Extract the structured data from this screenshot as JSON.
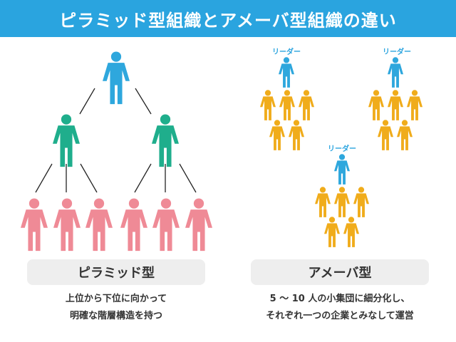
{
  "title": "ピラミッド型組織とアメーバ型組織の違い",
  "pyramid": {
    "label": "ピラミッド型",
    "desc_line1": "上位から下位に向かって",
    "desc_line2": "明確な階層構造を持つ"
  },
  "amoeba": {
    "label": "アメーバ型",
    "leader_label": "リーダー",
    "desc_line1": "5 〜 10 人の小集団に細分化し、",
    "desc_line2": "それぞれ一つの企業とみなして運営"
  },
  "colors": {
    "title_bg": "#2aa4df",
    "top": "#2ea7dd",
    "middle": "#1fae8c",
    "bottom": "#ef8a96",
    "leader": "#2ea7dd",
    "member": "#f0ac1b",
    "leader_text": "#2aa4df",
    "label_bg": "#eeeeee"
  }
}
